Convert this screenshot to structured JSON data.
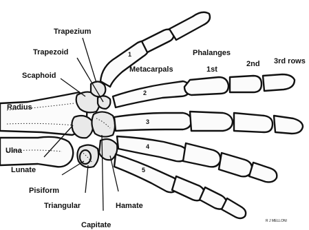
{
  "labels": {
    "trapezium": "Trapezium",
    "trapezoid": "Trapezoid",
    "scaphoid": "Scaphoid",
    "radius": "Radius",
    "ulna": "Ulna",
    "lunate": "Lunate",
    "pisiform": "Pisiform",
    "triangular": "Triangular",
    "capitate": "Capitate",
    "hamate": "Hamate",
    "metacarpals": "Metacarpals",
    "phalanges": "Phalanges",
    "row_1st": "1st",
    "row_2nd": "2nd",
    "row_3rd": "3rd rows",
    "digit_1": "1",
    "digit_2": "2",
    "digit_3": "3",
    "digit_4": "4",
    "digit_5": "5"
  },
  "signature": "R J MELLONI"
}
